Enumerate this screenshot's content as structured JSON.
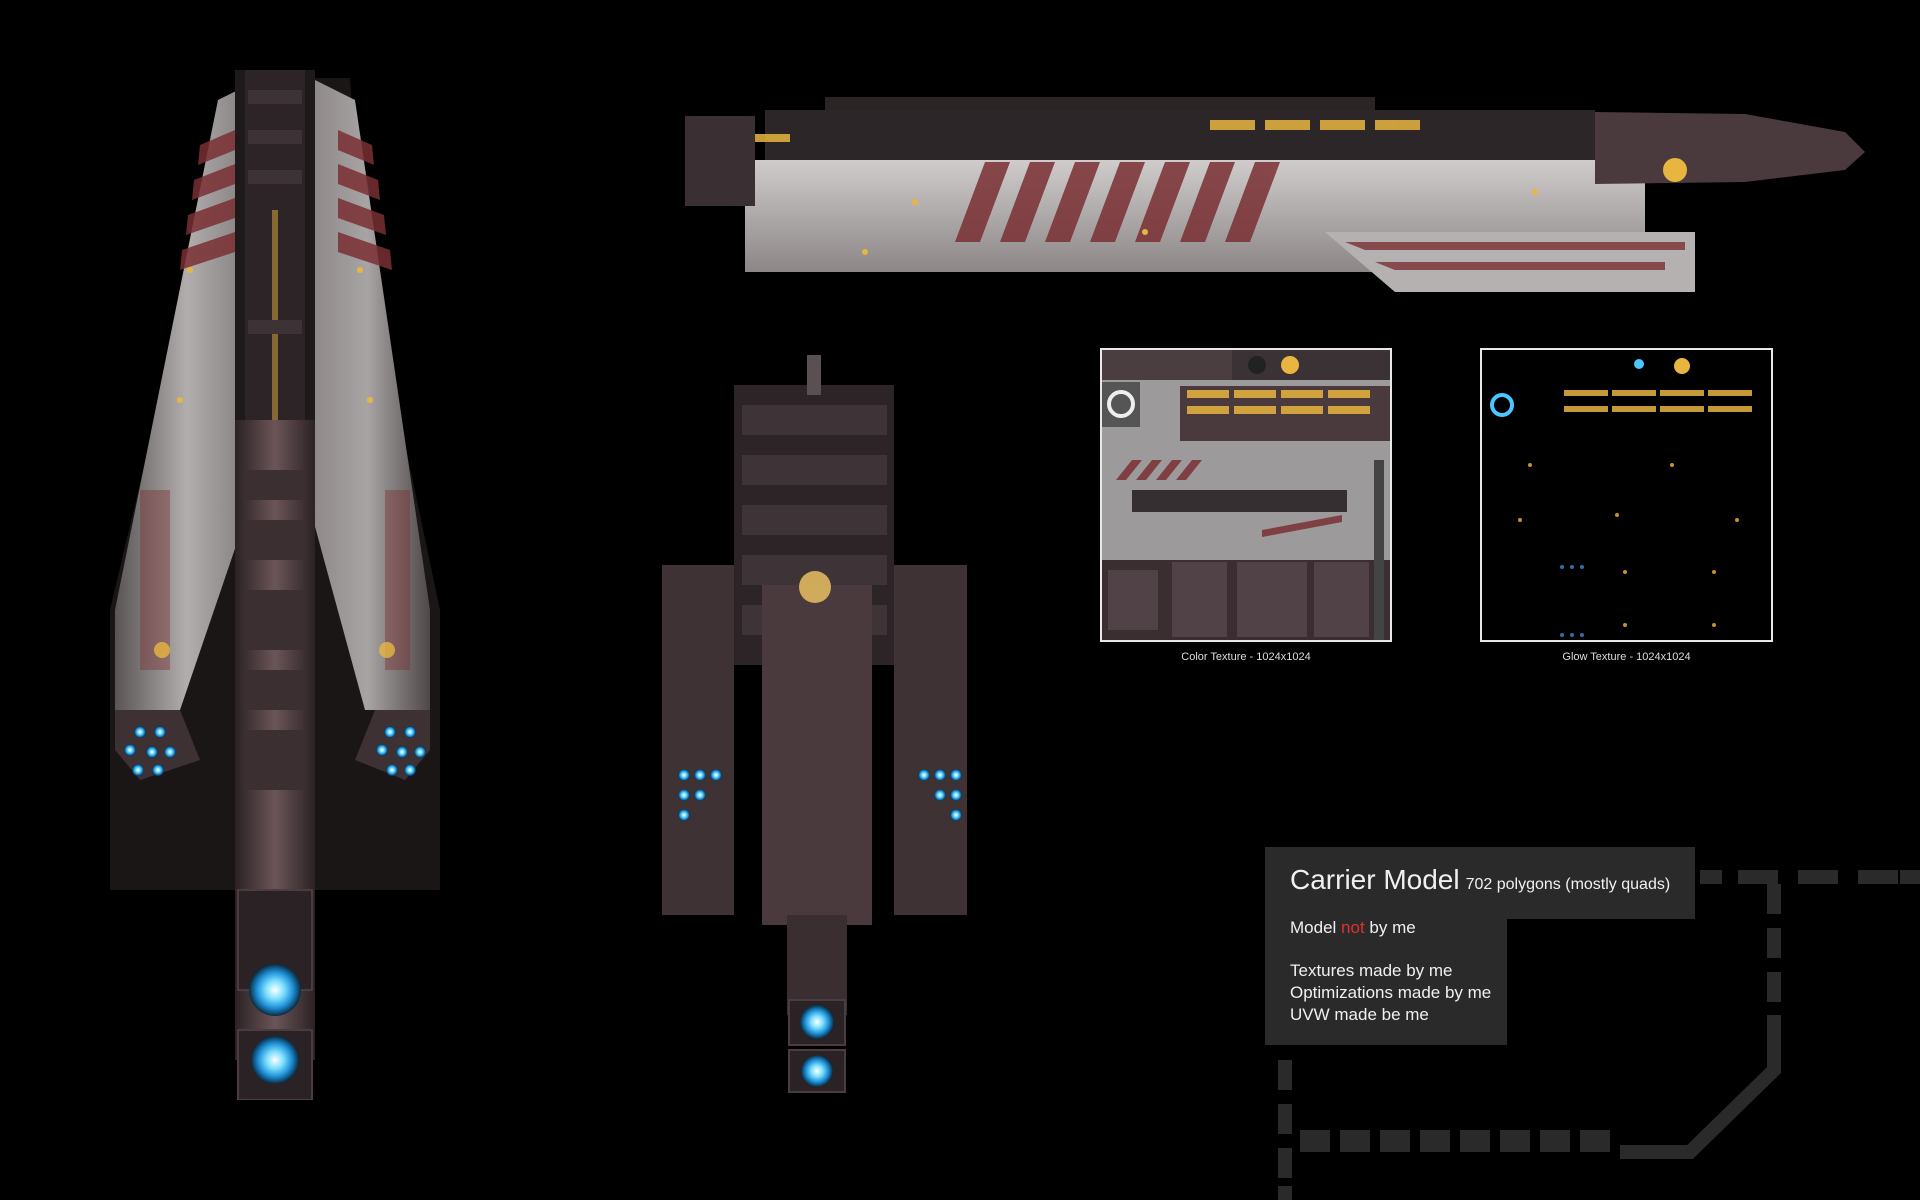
{
  "textures": {
    "color": {
      "caption": "Color Texture - 1024x1024"
    },
    "glow": {
      "caption": "Glow Texture - 1024x1024"
    }
  },
  "info": {
    "title": "Carrier Model",
    "subtitle": "702 polygons (mostly quads)",
    "credit_prefix": "Model ",
    "credit_highlight": "not",
    "credit_suffix": " by me",
    "lines": [
      "Textures made by me",
      "Optimizations made by me",
      "UVW made be me"
    ]
  },
  "colors": {
    "background": "#000000",
    "hull_light": "#b8b4b4",
    "hull_dark": "#3a2e30",
    "stripe_red": "#7a3034",
    "glow_blue": "#4cc6ff",
    "glow_yellow": "#e8b640",
    "panel": "#2a2a2a",
    "highlight_red": "#e03030"
  }
}
